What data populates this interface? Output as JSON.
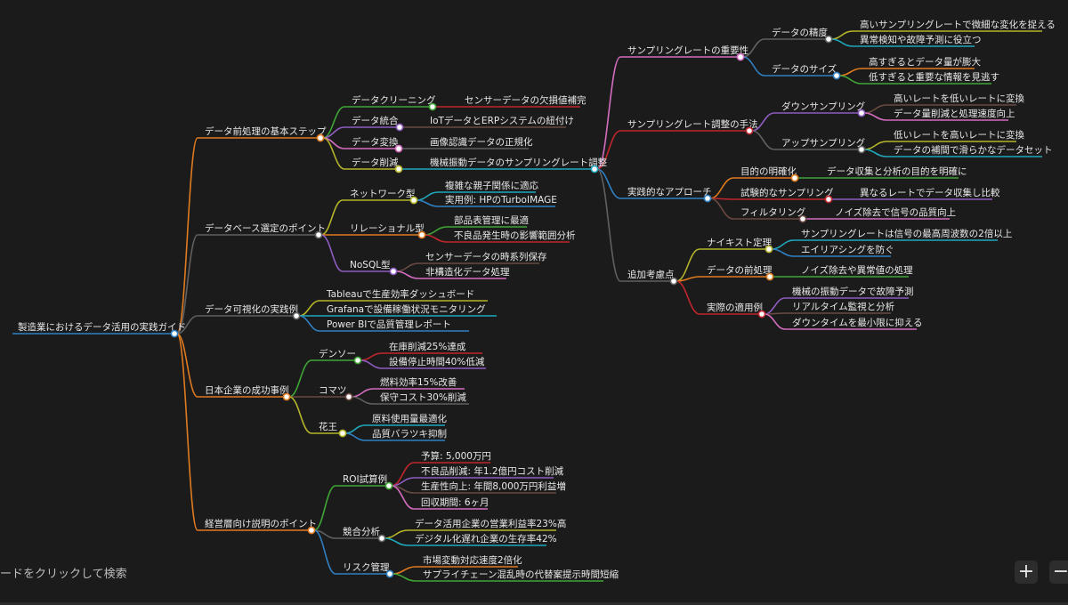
{
  "mindmap": {
    "root": {
      "label": "製造業におけるデータ活用の実践ガイド",
      "color": "#2f7fc1",
      "children": [
        {
          "label": "データ前処理の基本ステップ",
          "color": "#e07b1f",
          "children": [
            {
              "label": "データクリーニング",
              "color": "#3fa535",
              "children": [
                {
                  "label": "センサーデータの欠損値補完",
                  "color": "#c0262d"
                }
              ]
            },
            {
              "label": "データ統合",
              "color": "#8e5cc0",
              "children": [
                {
                  "label": "IoTデータとERPシステムの紐付け",
                  "color": "#6b4a43"
                }
              ]
            },
            {
              "label": "データ変換",
              "color": "#d46cc0",
              "children": [
                {
                  "label": "画像認識データの正規化",
                  "color": "#606060"
                }
              ]
            },
            {
              "label": "データ削減",
              "color": "#b5b52a",
              "children": [
                {
                  "label": "機械振動データのサンプリングレート調整",
                  "color": "#1fa8bc",
                  "children": [
                    {
                      "label": "サンプリングレートの重要性",
                      "color": "#d46cc0",
                      "children": [
                        {
                          "label": "データの精度",
                          "color": "#606060",
                          "children": [
                            {
                              "label": "高いサンプリングレートで微細な変化を捉える",
                              "color": "#b5b52a"
                            },
                            {
                              "label": "異常検知や故障予測に役立つ",
                              "color": "#1fa8bc"
                            }
                          ]
                        },
                        {
                          "label": "データのサイズ",
                          "color": "#2f7fc1",
                          "children": [
                            {
                              "label": "高すぎるとデータ量が膨大",
                              "color": "#e07b1f"
                            },
                            {
                              "label": "低すぎると重要な情報を見逃す",
                              "color": "#3fa535"
                            }
                          ]
                        }
                      ]
                    },
                    {
                      "label": "サンプリングレート調整の手法",
                      "color": "#c0262d",
                      "children": [
                        {
                          "label": "ダウンサンプリング",
                          "color": "#8e5cc0",
                          "children": [
                            {
                              "label": "高いレートを低いレートに変換",
                              "color": "#6b4a43"
                            },
                            {
                              "label": "データ量削減と処理速度向上",
                              "color": "#d46cc0"
                            }
                          ]
                        },
                        {
                          "label": "アップサンプリング",
                          "color": "#606060",
                          "children": [
                            {
                              "label": "低いレートを高いレートに変換",
                              "color": "#b5b52a"
                            },
                            {
                              "label": "データの補間で滑らかなデータセット",
                              "color": "#1fa8bc"
                            }
                          ]
                        }
                      ]
                    },
                    {
                      "label": "実践的なアプローチ",
                      "color": "#2f7fc1",
                      "children": [
                        {
                          "label": "目的の明確化",
                          "color": "#e07b1f",
                          "children": [
                            {
                              "label": "データ収集と分析の目的を明確に",
                              "color": "#3fa535"
                            }
                          ]
                        },
                        {
                          "label": "試験的なサンプリング",
                          "color": "#c0262d",
                          "children": [
                            {
                              "label": "異なるレートでデータ収集し比較",
                              "color": "#8e5cc0"
                            }
                          ]
                        },
                        {
                          "label": "フィルタリング",
                          "color": "#6b4a43",
                          "children": [
                            {
                              "label": "ノイズ除去で信号の品質向上",
                              "color": "#d46cc0"
                            }
                          ]
                        }
                      ]
                    },
                    {
                      "label": "追加考慮点",
                      "color": "#606060",
                      "children": [
                        {
                          "label": "ナイキスト定理",
                          "color": "#b5b52a",
                          "children": [
                            {
                              "label": "サンプリングレートは信号の最高周波数の2倍以上",
                              "color": "#1fa8bc"
                            },
                            {
                              "label": "エイリアシングを防ぐ",
                              "color": "#2f7fc1"
                            }
                          ]
                        },
                        {
                          "label": "データの前処理",
                          "color": "#e07b1f",
                          "children": [
                            {
                              "label": "ノイズ除去や異常値の処理",
                              "color": "#3fa535"
                            }
                          ]
                        },
                        {
                          "label": "実際の適用例",
                          "color": "#c0262d",
                          "children": [
                            {
                              "label": "機械の振動データで故障予測",
                              "color": "#8e5cc0"
                            },
                            {
                              "label": "リアルタイム監視と分析",
                              "color": "#6b4a43"
                            },
                            {
                              "label": "ダウンタイムを最小限に抑える",
                              "color": "#d46cc0"
                            }
                          ]
                        }
                      ]
                    }
                  ]
                }
              ]
            }
          ]
        },
        {
          "label": "データベース選定のポイント",
          "color": "#606060",
          "children": [
            {
              "label": "ネットワーク型",
              "color": "#b5b52a",
              "children": [
                {
                  "label": "複雑な親子関係に適応",
                  "color": "#1fa8bc"
                },
                {
                  "label": "実用例: HPのTurboIMAGE",
                  "color": "#2f7fc1"
                }
              ]
            },
            {
              "label": "リレーショナル型",
              "color": "#e07b1f",
              "children": [
                {
                  "label": "部品表管理に最適",
                  "color": "#3fa535"
                },
                {
                  "label": "不良品発生時の影響範囲分析",
                  "color": "#c0262d"
                }
              ]
            },
            {
              "label": "NoSQL型",
              "color": "#8e5cc0",
              "children": [
                {
                  "label": "センサーデータの時系列保存",
                  "color": "#6b4a43"
                },
                {
                  "label": "非構造化データ処理",
                  "color": "#d46cc0"
                }
              ]
            }
          ]
        },
        {
          "label": "データ可視化の実践例",
          "color": "#606060",
          "children": [
            {
              "label": "Tableauで生産効率ダッシュボード",
              "color": "#b5b52a"
            },
            {
              "label": "Grafanaで設備稼働状況モニタリング",
              "color": "#1fa8bc"
            },
            {
              "label": "Power BIで品質管理レポート",
              "color": "#2f7fc1"
            }
          ]
        },
        {
          "label": "日本企業の成功事例",
          "color": "#e07b1f",
          "children": [
            {
              "label": "デンソー",
              "color": "#3fa535",
              "children": [
                {
                  "label": "在庫削減25%達成",
                  "color": "#c0262d"
                },
                {
                  "label": "設備停止時間40%低減",
                  "color": "#8e5cc0"
                }
              ]
            },
            {
              "label": "コマツ",
              "color": "#6b4a43",
              "children": [
                {
                  "label": "燃料効率15%改善",
                  "color": "#d46cc0"
                },
                {
                  "label": "保守コスト30%削減",
                  "color": "#606060"
                }
              ]
            },
            {
              "label": "花王",
              "color": "#b5b52a",
              "children": [
                {
                  "label": "原料使用量最適化",
                  "color": "#1fa8bc"
                },
                {
                  "label": "品質バラツキ抑制",
                  "color": "#2f7fc1"
                }
              ]
            }
          ]
        },
        {
          "label": "経営層向け説明のポイント",
          "color": "#e07b1f",
          "children": [
            {
              "label": "ROI試算例",
              "color": "#3fa535",
              "children": [
                {
                  "label": "予算: 5,000万円",
                  "color": "#c0262d"
                },
                {
                  "label": "不良品削減: 年1.2億円コスト削減",
                  "color": "#8e5cc0"
                },
                {
                  "label": "生産性向上: 年間8,000万円利益増",
                  "color": "#6b4a43"
                },
                {
                  "label": "回収期間: 6ヶ月",
                  "color": "#d46cc0"
                }
              ]
            },
            {
              "label": "競合分析",
              "color": "#606060",
              "children": [
                {
                  "label": "データ活用企業の営業利益率23%高",
                  "color": "#b5b52a"
                },
                {
                  "label": "デジタル化遅れ企業の生存率42%",
                  "color": "#1fa8bc"
                }
              ]
            },
            {
              "label": "リスク管理",
              "color": "#2f7fc1",
              "children": [
                {
                  "label": "市場変動対応速度2倍化",
                  "color": "#e07b1f"
                },
                {
                  "label": "サプライチェーン混乱時の代替案提示時間短縮",
                  "color": "#3fa535"
                }
              ]
            }
          ]
        }
      ]
    }
  },
  "footer": {
    "search_hint": "ードをクリックして検索",
    "zoom_in_label": "+",
    "zoom_out_label": "−"
  }
}
